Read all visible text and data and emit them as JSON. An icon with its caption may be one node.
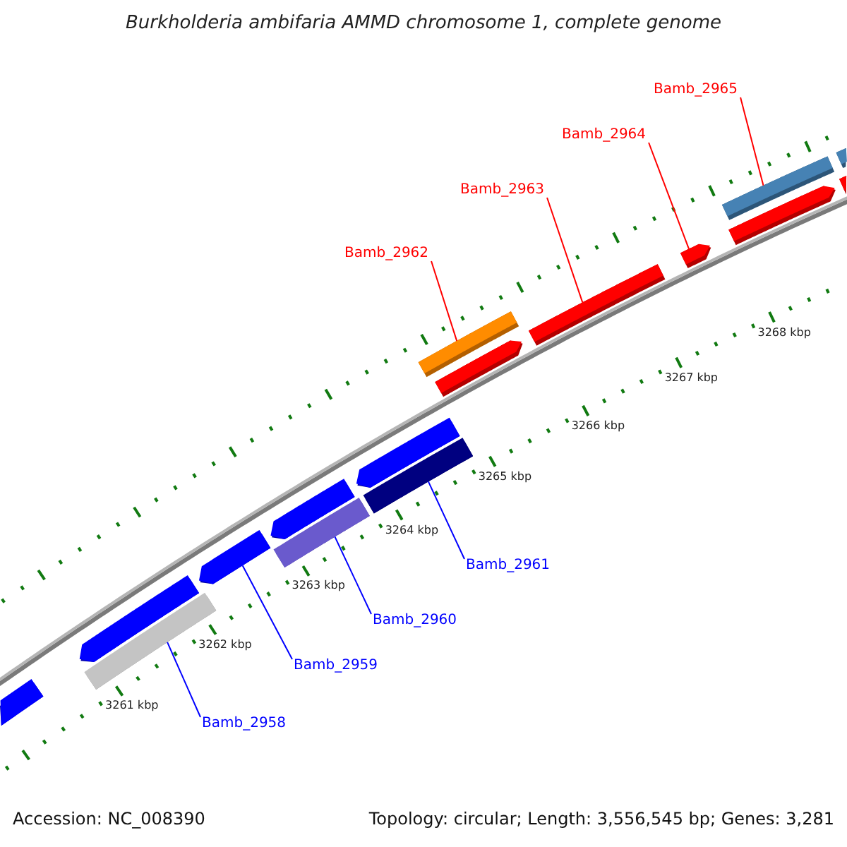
{
  "diagram": {
    "title": "Burkholderia ambifaria AMMD chromosome 1, complete genome",
    "nodes": [
      {
        "text": [
          "Bamb_2965"
        ]
      },
      {
        "text": [
          "Bamb_2964"
        ]
      },
      {
        "text": [
          "Bamb_2963"
        ]
      },
      {
        "text": [
          "Bamb_2962"
        ]
      },
      {
        "text": [
          "Bamb_2961"
        ]
      },
      {
        "text": [
          "Bamb_2960"
        ]
      },
      {
        "text": [
          "Bamb_2959"
        ]
      },
      {
        "text": [
          "Bamb_2958"
        ]
      },
      {
        "text": [],
        "shape": "bar"
      },
      {
        "text": [],
        "shape": "bar"
      },
      {
        "text": [],
        "shape": "bar"
      },
      {
        "text": [],
        "shape": "bar"
      },
      {
        "text": [],
        "shape": "bar"
      },
      {
        "text": [],
        "shape": "bar"
      },
      {
        "text": [],
        "shape": "bar"
      },
      {
        "text": [],
        "shape": "bar"
      },
      {
        "text": [],
        "shape": "bar"
      },
      {
        "text": [],
        "shape": "bar"
      },
      {
        "text": [],
        "shape": "bar"
      },
      {
        "text": [],
        "shape": "bar"
      },
      {
        "text": [],
        "shape": "bar"
      },
      {
        "text": [],
        "shape": "bar"
      },
      {
        "text": [],
        "shape": "bar"
      },
      {
        "text": [],
        "shape": "bar"
      }
    ],
    "edges": [
      {
        "from": 0,
        "to": 21,
        "arrow": "none",
        "color": "#ff0000"
      },
      {
        "from": 1,
        "to": 19,
        "arrow": "none",
        "color": "#ff0000"
      },
      {
        "from": 2,
        "to": 18,
        "arrow": "none",
        "color": "#ff0000"
      },
      {
        "from": 3,
        "to": 17,
        "arrow": "none",
        "color": "#ff0000"
      },
      {
        "from": 4,
        "to": 14,
        "arrow": "none",
        "color": "#0000ff"
      },
      {
        "from": 5,
        "to": 12,
        "arrow": "none",
        "color": "#0000ff"
      },
      {
        "from": 6,
        "to": 11,
        "arrow": "none",
        "color": "#0000ff"
      },
      {
        "from": 7,
        "to": 9,
        "arrow": "none",
        "color": "#0000ff"
      }
    ],
    "labels": [
      "3268 kbp",
      "3267 kbp",
      "3266 kbp",
      "3265 kbp",
      "3264 kbp",
      "3263 kbp",
      "3262 kbp",
      "3261 kbp",
      "Accession: NC_008390",
      "Topology: circular; Length: 3,556,545 bp; Genes: 3,281"
    ]
  }
}
